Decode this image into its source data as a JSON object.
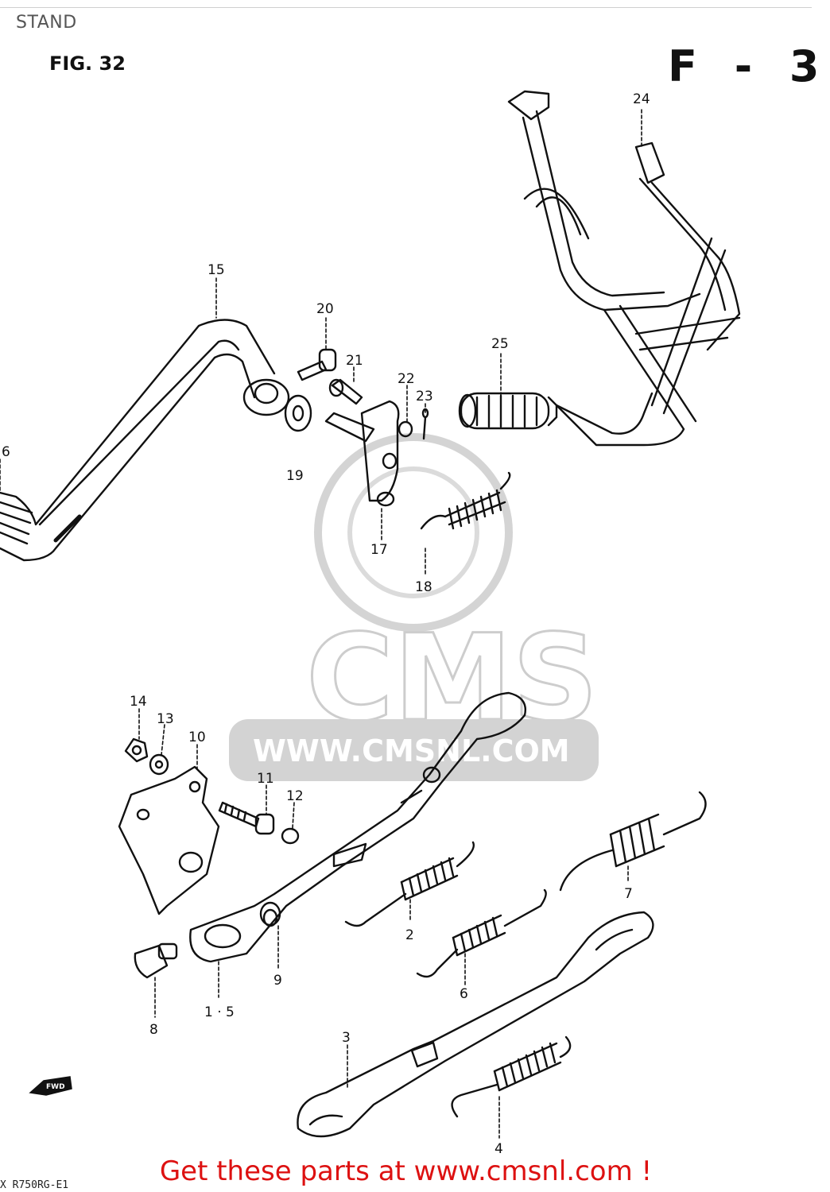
{
  "header": {
    "section_title": "STAND"
  },
  "figure": {
    "label": "FIG. 32",
    "code": "F - 3"
  },
  "parts": [
    {
      "id": "p24",
      "label": "24"
    },
    {
      "id": "p15",
      "label": "15"
    },
    {
      "id": "p20",
      "label": "20"
    },
    {
      "id": "p21",
      "label": "21"
    },
    {
      "id": "p22",
      "label": "22"
    },
    {
      "id": "p23",
      "label": "23"
    },
    {
      "id": "p25",
      "label": "25"
    },
    {
      "id": "p16",
      "label": "6"
    },
    {
      "id": "p19",
      "label": "19"
    },
    {
      "id": "p17",
      "label": "17"
    },
    {
      "id": "p18",
      "label": "18"
    },
    {
      "id": "p14",
      "label": "14"
    },
    {
      "id": "p13",
      "label": "13"
    },
    {
      "id": "p10",
      "label": "10"
    },
    {
      "id": "p11",
      "label": "11"
    },
    {
      "id": "p12",
      "label": "12"
    },
    {
      "id": "p7",
      "label": "7"
    },
    {
      "id": "p2",
      "label": "2"
    },
    {
      "id": "p6",
      "label": "6"
    },
    {
      "id": "p9",
      "label": "9"
    },
    {
      "id": "p15b",
      "label": "1 · 5"
    },
    {
      "id": "p8",
      "label": "8"
    },
    {
      "id": "p3",
      "label": "3"
    },
    {
      "id": "p4",
      "label": "4"
    }
  ],
  "watermark": {
    "brand": "CMS",
    "url": "WWW.CMSNL.COM"
  },
  "direction_marker": "FWD",
  "bottom_code": "X  R750RG-E1",
  "cta": {
    "text": "Get these parts at www.cmsnl.com !"
  }
}
